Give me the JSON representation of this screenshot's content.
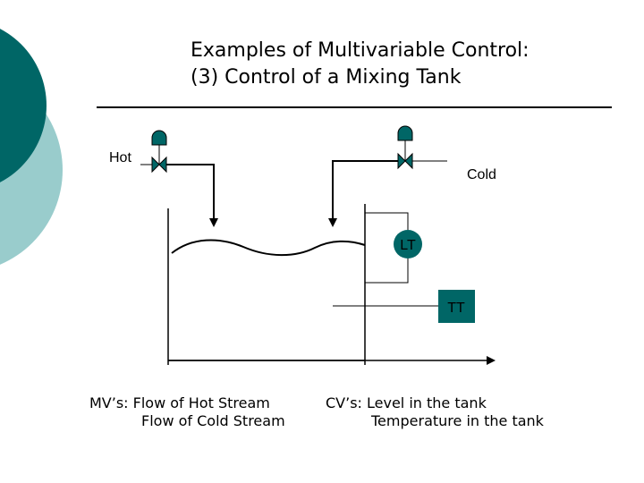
{
  "slide": {
    "title_line1": "Examples of Multivariable Control:",
    "title_line2": "(3) Control of a Mixing Tank",
    "accent_dark": "#006666",
    "accent_light": "#99cccc"
  },
  "diagram": {
    "hot_label": "Hot",
    "cold_label": "Cold",
    "level_transmitter": "LT",
    "temp_transmitter": "TT"
  },
  "footer": {
    "mv_line1": "MV’s: Flow of Hot Stream",
    "mv_line2": "Flow of Cold Stream",
    "cv_line1": "CV’s: Level in the tank",
    "cv_line2": "Temperature in the tank"
  }
}
